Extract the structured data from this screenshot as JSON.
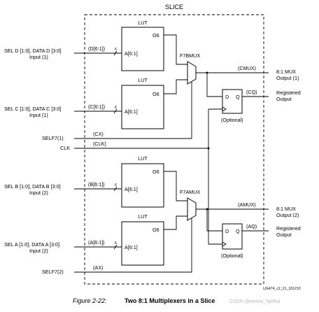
{
  "slice": {
    "title": "SLICE",
    "doc_id": "UG474_c2_21_101210"
  },
  "luts": [
    {
      "title": "LUT",
      "out": "O6",
      "addr": "A[6:1]"
    },
    {
      "title": "LUT",
      "out": "O6",
      "addr": "A[6:1]"
    },
    {
      "title": "LUT",
      "out": "O6",
      "addr": "A[6:1]"
    },
    {
      "title": "LUT",
      "out": "O6",
      "addr": "A[6:1]"
    }
  ],
  "muxes": {
    "top": "F7BMUX",
    "bottom": "F7AMUX"
  },
  "inputs": [
    {
      "line1": "SEL D [1:0], DATA D [3:0]",
      "line2": "Input (1)",
      "signal": "(D[6:1])",
      "width": "6"
    },
    {
      "line1": "SEL C [1:0], DATA C [3:0]",
      "line2": "Input (1)",
      "signal": "(C[6:1])",
      "width": "6"
    },
    {
      "line1": "SEL B [1:0], DATA B [3:0]",
      "line2": "Input (2)",
      "signal": "(B[6:1])",
      "width": "6"
    },
    {
      "line1": "SEL A [1:0], DATA A [3:0]",
      "line2": "Input (2)",
      "signal": "(A[6:1])",
      "width": "6"
    }
  ],
  "controls": {
    "self7_1": {
      "label": "SELF7(1)",
      "signal": "(CX)"
    },
    "clk": {
      "label": "CLK",
      "signal": "(CLK)"
    },
    "self7_2": {
      "label": "SELF7(2)",
      "signal": "(AX)"
    }
  },
  "flipflops": [
    {
      "d": "D",
      "q": "Q",
      "note": "(Optional)"
    },
    {
      "d": "D",
      "q": "Q",
      "note": "(Optional)"
    }
  ],
  "outputs": {
    "cmux": {
      "signal": "(CMUX)",
      "line1": "8:1 MUX",
      "line2": "Output (1)"
    },
    "cq": {
      "signal": "(CQ)",
      "line1": "Registered",
      "line2": "Output"
    },
    "amux": {
      "signal": "(AMUX)",
      "line1": "8:1 MUX",
      "line2": "Output (2)"
    },
    "aq": {
      "signal": "(AQ)",
      "line1": "Registered",
      "line2": "Output"
    }
  },
  "caption": {
    "figure": "Figure 2-22:",
    "text": "Two 8:1 Multiplexers in a Slice"
  },
  "watermark": "CSDN @weixin_hjbfbvi"
}
